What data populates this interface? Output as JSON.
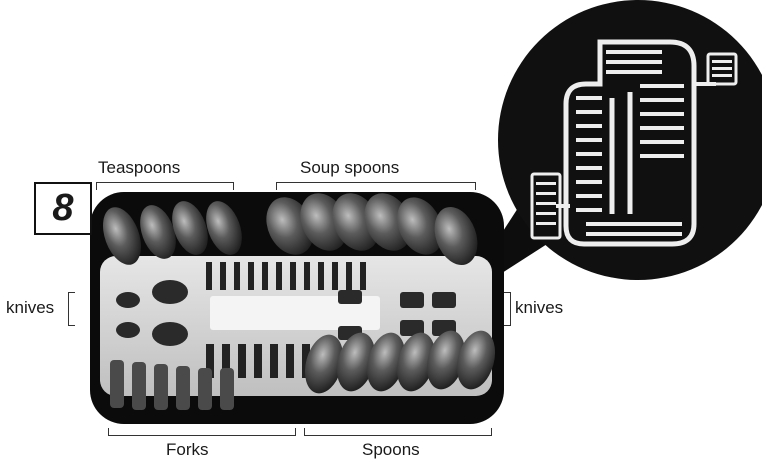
{
  "step_number": "8",
  "labels": {
    "teaspoons": "Teaspoons",
    "soup_spoons": "Soup spoons",
    "knives_left": "knives",
    "knives_right": "knives",
    "forks": "Forks",
    "spoons": "Spoons"
  },
  "colors": {
    "photo_background": "#0b0b0b",
    "basket": "#d9d9d9",
    "callout_background": "#101010",
    "callout_basket": "#eeeeee",
    "text": "#1a1a1a"
  }
}
